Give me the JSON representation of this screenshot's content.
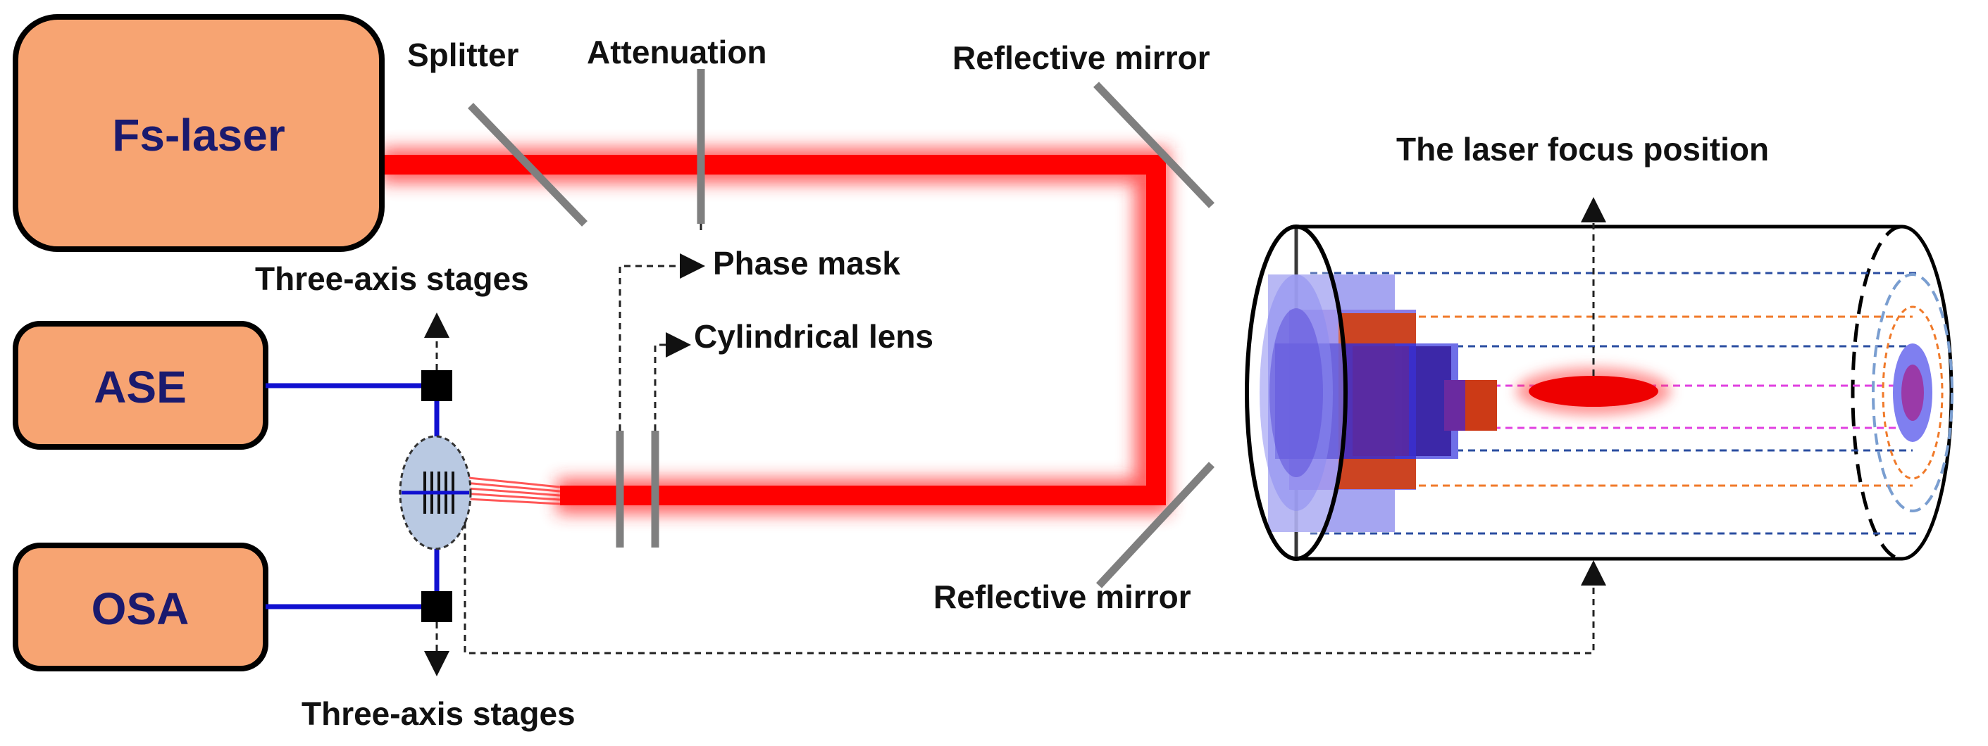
{
  "boxes": {
    "fs_laser": "Fs-laser",
    "ase": "ASE",
    "osa": "OSA"
  },
  "labels": {
    "splitter": "Splitter",
    "attenuation": "Attenuation",
    "reflective_mirror_top": "Reflective mirror",
    "reflective_mirror_bottom": "Reflective mirror",
    "phase_mask": "Phase mask",
    "cylindrical_lens": "Cylindrical lens",
    "stages_top": "Three-axis stages",
    "stages_bottom": "Three-axis stages",
    "focus_position": "The laser focus position"
  },
  "colors": {
    "box_fill": "#f7a472",
    "box_text": "#1a1a6e",
    "laser_beam": "#ff0000",
    "optic_gray": "#7f7f7f",
    "fiber_blue": "#1010d0"
  }
}
